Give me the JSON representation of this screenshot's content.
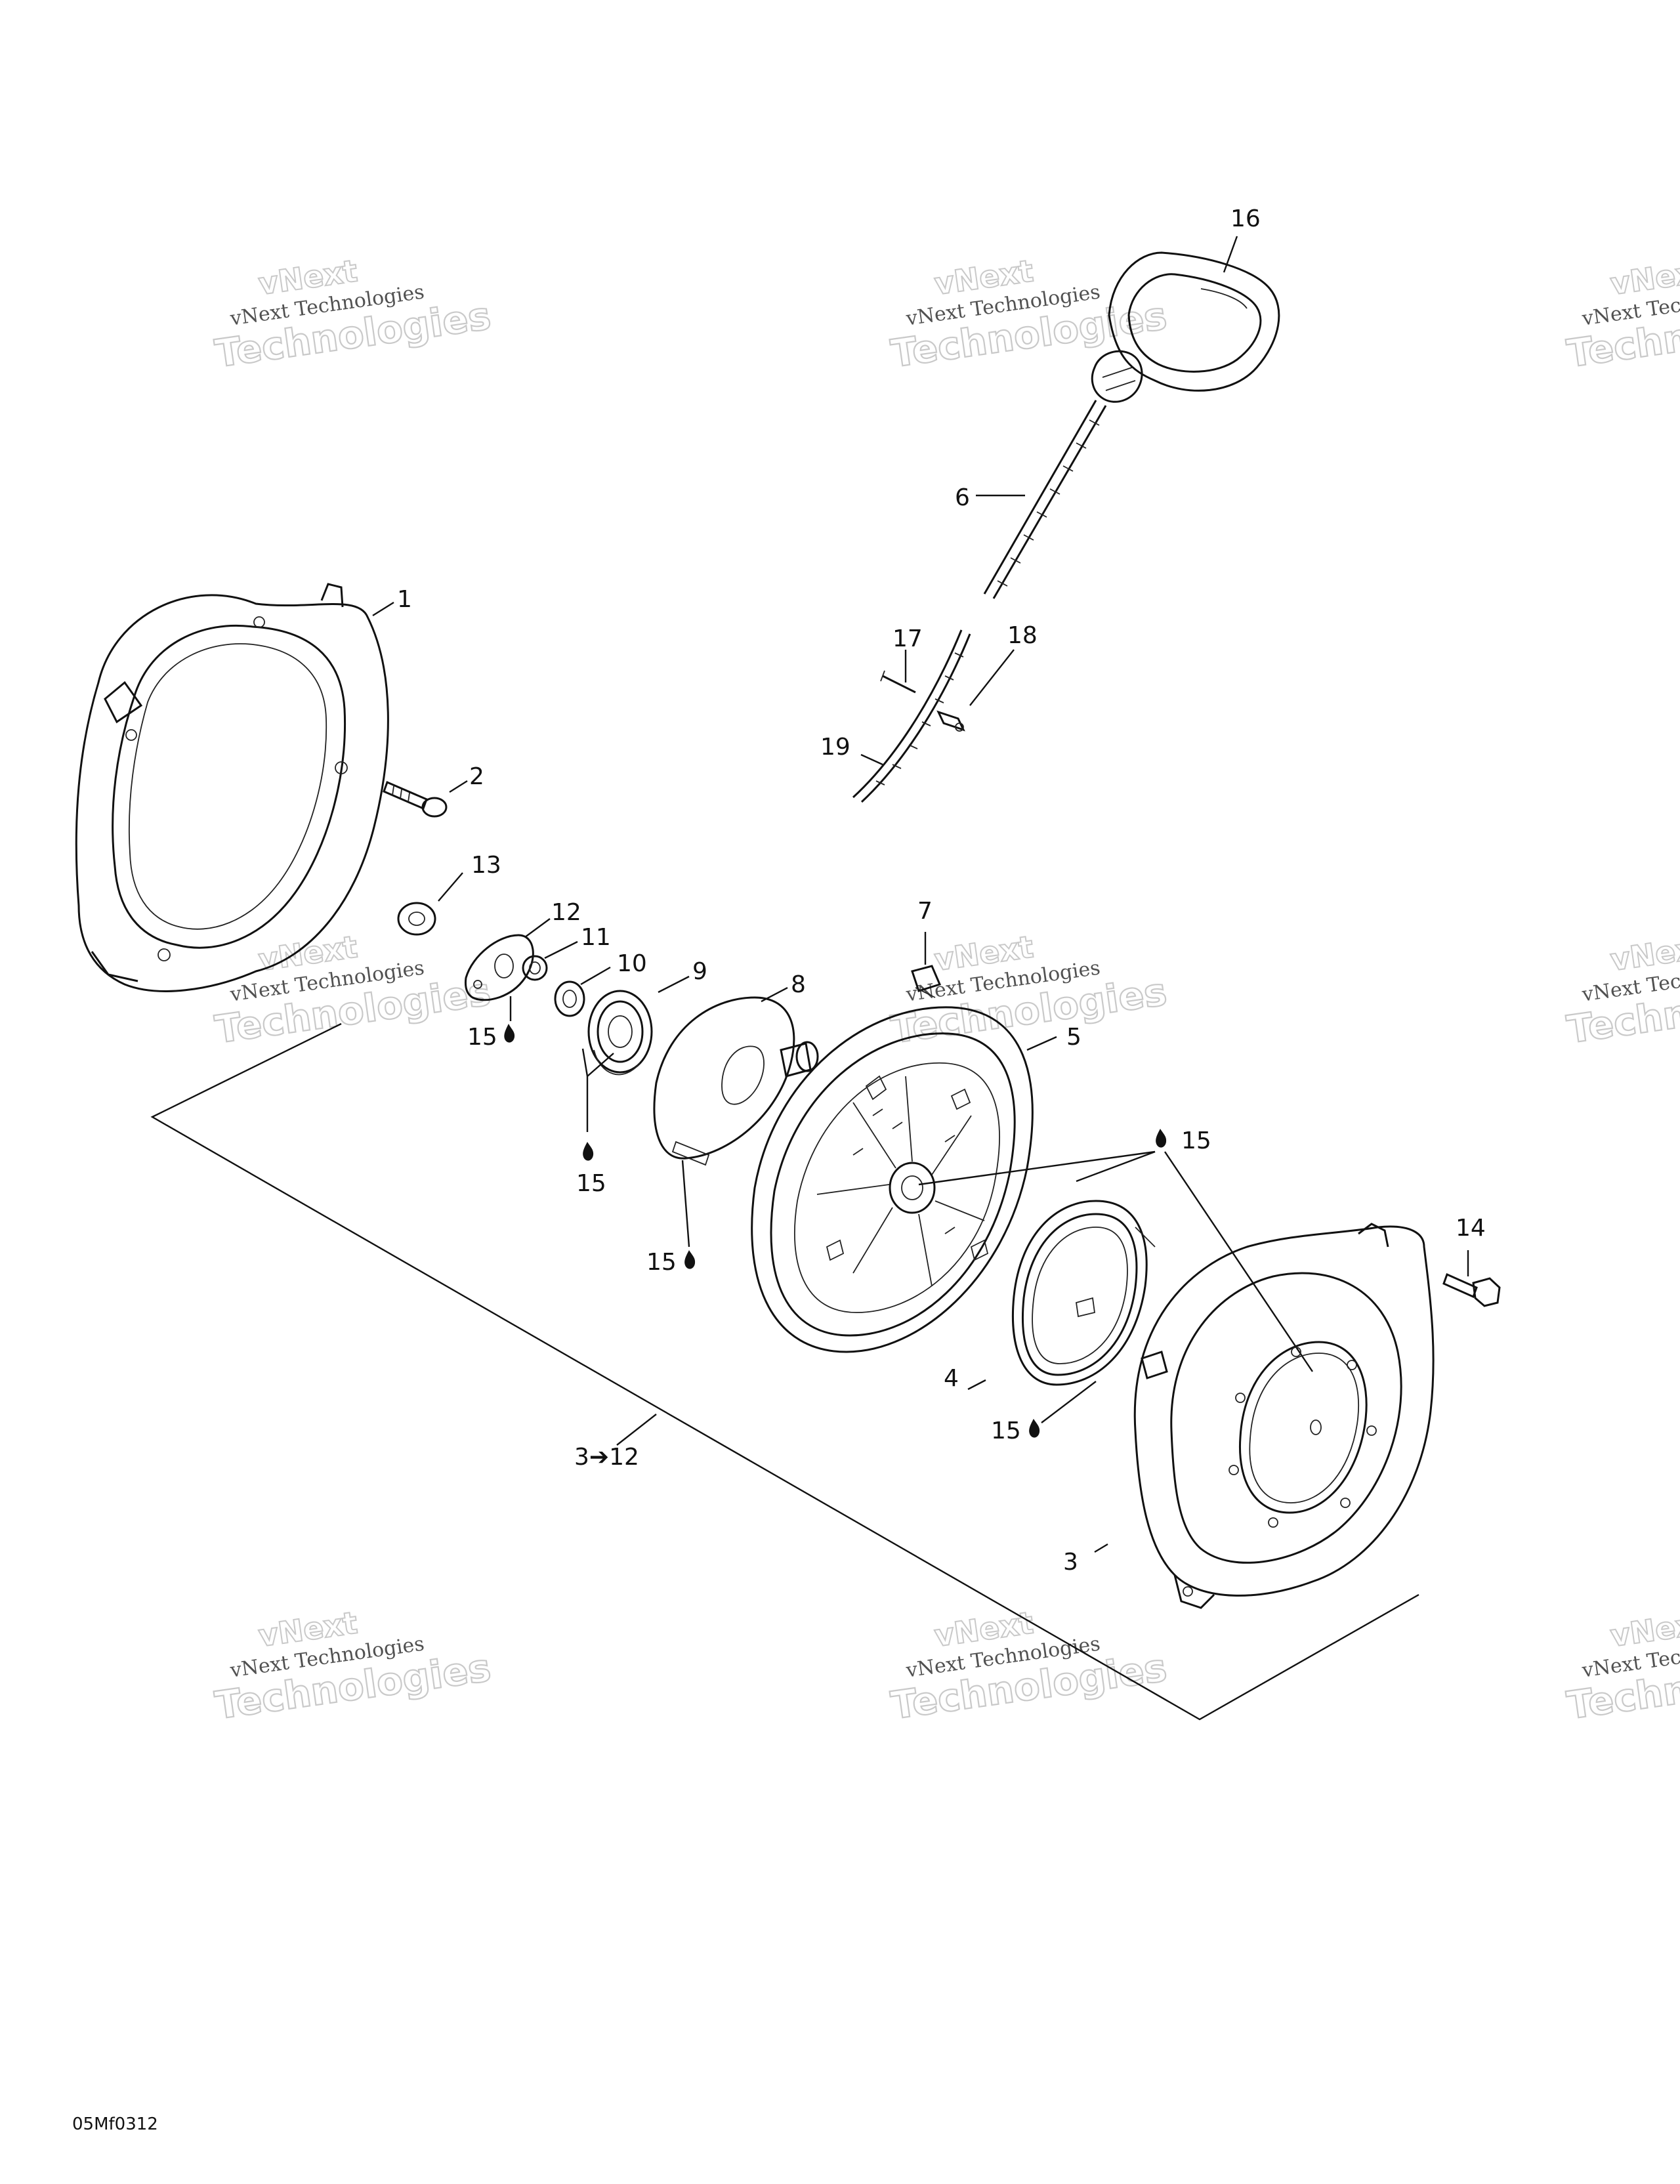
{
  "callouts": {
    "c1": "1",
    "c2": "2",
    "c3": "3",
    "c4": "4",
    "c5": "5",
    "c6": "6",
    "c7": "7",
    "c8": "8",
    "c9": "9",
    "c10": "10",
    "c11": "11",
    "c12": "12",
    "c13": "13",
    "c14": "14",
    "c15": "15",
    "c16": "16",
    "c17": "17",
    "c18": "18",
    "c19": "19",
    "assembly": "3➔12"
  },
  "watermark": {
    "line1": "vNext Technologies",
    "line2": "Technologies",
    "line3": "vNext"
  },
  "figure_code": "05Mf0312"
}
